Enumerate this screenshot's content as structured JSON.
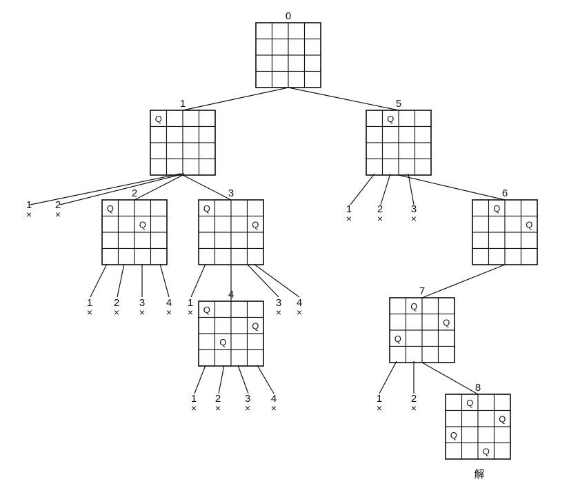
{
  "nodes": [
    {
      "id": "n0",
      "label": "0",
      "queens": []
    },
    {
      "id": "n1",
      "label": "1",
      "queens": [
        [
          0,
          0
        ]
      ]
    },
    {
      "id": "n2",
      "label": "2",
      "queens": [
        [
          0,
          0
        ],
        [
          1,
          2
        ]
      ]
    },
    {
      "id": "n3",
      "label": "3",
      "queens": [
        [
          0,
          0
        ],
        [
          1,
          3
        ]
      ]
    },
    {
      "id": "n4",
      "label": "4",
      "queens": [
        [
          0,
          0
        ],
        [
          1,
          3
        ],
        [
          2,
          1
        ]
      ]
    },
    {
      "id": "n5",
      "label": "5",
      "queens": [
        [
          0,
          1
        ]
      ]
    },
    {
      "id": "n6",
      "label": "6",
      "queens": [
        [
          0,
          1
        ],
        [
          1,
          3
        ]
      ]
    },
    {
      "id": "n7",
      "label": "7",
      "queens": [
        [
          0,
          1
        ],
        [
          1,
          3
        ],
        [
          2,
          0
        ]
      ]
    },
    {
      "id": "n8",
      "label": "8",
      "queens": [
        [
          0,
          1
        ],
        [
          1,
          3
        ],
        [
          2,
          0
        ],
        [
          3,
          2
        ]
      ]
    }
  ],
  "edges": [
    [
      "n0",
      "n1"
    ],
    [
      "n0",
      "n5"
    ],
    [
      "n1",
      "n2"
    ],
    [
      "n1",
      "n3"
    ],
    [
      "n3",
      "n4"
    ],
    [
      "n5",
      "n6"
    ],
    [
      "n6",
      "n7"
    ],
    [
      "n7",
      "n8"
    ]
  ],
  "queen_symbol": "Q",
  "fail_symbol": "×",
  "dead_ends": [
    {
      "parent": "n1",
      "label": "1"
    },
    {
      "parent": "n1",
      "label": "2"
    },
    {
      "parent": "n2",
      "label": "1"
    },
    {
      "parent": "n2",
      "label": "2"
    },
    {
      "parent": "n2",
      "label": "3"
    },
    {
      "parent": "n2",
      "label": "4"
    },
    {
      "parent": "n3",
      "label": "1"
    },
    {
      "parent": "n3",
      "label": "3"
    },
    {
      "parent": "n3",
      "label": "4"
    },
    {
      "parent": "n4",
      "label": "1"
    },
    {
      "parent": "n4",
      "label": "2"
    },
    {
      "parent": "n4",
      "label": "3"
    },
    {
      "parent": "n4",
      "label": "4"
    },
    {
      "parent": "n5",
      "label": "1"
    },
    {
      "parent": "n5",
      "label": "2"
    },
    {
      "parent": "n5",
      "label": "3"
    },
    {
      "parent": "n7",
      "label": "1"
    },
    {
      "parent": "n7",
      "label": "2"
    }
  ],
  "solution_label": "解"
}
